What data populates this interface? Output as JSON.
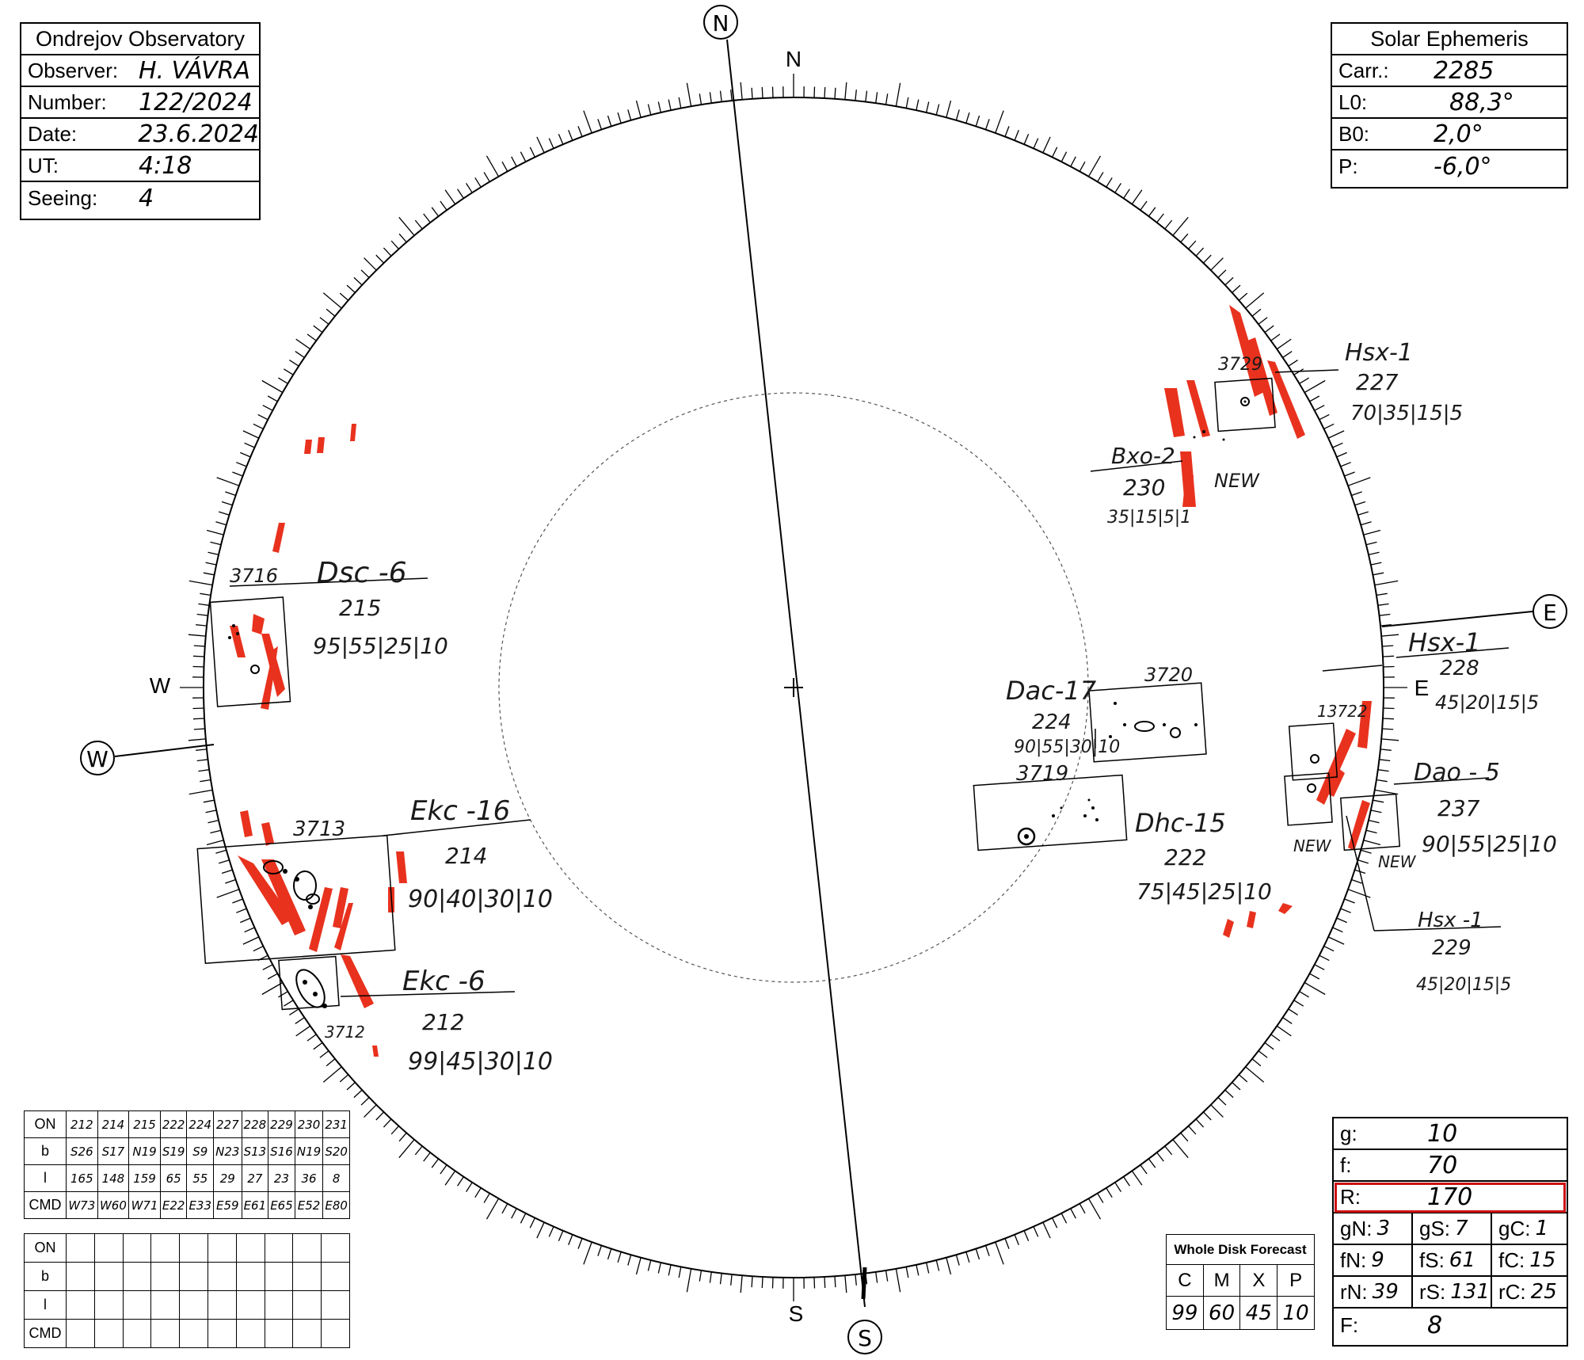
{
  "observatory": {
    "title": "Ondrejov Observatory",
    "rows": [
      {
        "label": "Observer:",
        "value": "H. VÁVRA"
      },
      {
        "label": "Number:",
        "value": "122/2024"
      },
      {
        "label": "Date:",
        "value": "23.6.2024"
      },
      {
        "label": "UT:",
        "value": "4:18"
      },
      {
        "label": "Seeing:",
        "value": "4"
      }
    ]
  },
  "ephemeris": {
    "title": "Solar Ephemeris",
    "rows": [
      {
        "label": "Carr.:",
        "value": "2285"
      },
      {
        "label": "L0:",
        "value": "88,3°"
      },
      {
        "label": "B0:",
        "value": "2,0°"
      },
      {
        "label": "P:",
        "value": "-6,0°"
      }
    ]
  },
  "disk": {
    "north": "N",
    "south": "S",
    "east": "E",
    "west": "W",
    "circle_n": "N",
    "circle_s": "S",
    "circle_e": "E",
    "circle_w": "W"
  },
  "annotations": {
    "g3729": {
      "num": "3729",
      "class": "Hsx-1",
      "area": "227",
      "params": "70|35|15|5"
    },
    "g3730": {
      "class": "Bxo-2",
      "area": "230",
      "params": "35|15|5|1",
      "new": "NEW"
    },
    "g3716": {
      "num": "3716",
      "class": "Dsc -6",
      "area": "215",
      "params": "95|55|25|10"
    },
    "g3722": {
      "num": "13722",
      "class": "Hsx-1",
      "area": "228",
      "params": "45|20|15|5"
    },
    "g3720": {
      "num": "3720",
      "class": "Dac-17",
      "area": "224",
      "params": "90|55|30|10"
    },
    "g3719": {
      "num": "3719",
      "class": "Dhc-15",
      "area": "222",
      "params": "75|45|25|10"
    },
    "gDao": {
      "class": "Dao - 5",
      "area": "237",
      "params": "90|55|25|10",
      "new1": "NEW",
      "new2": "NEW"
    },
    "gHsx229": {
      "class": "Hsx -1",
      "area": "229",
      "params": "45|20|15|5"
    },
    "g3713": {
      "num": "3713",
      "class": "Ekc -16",
      "area": "214",
      "params": "90|40|30|10"
    },
    "g3712": {
      "num": "3712",
      "class": "Ekc -6",
      "area": "212",
      "params": "99|45|30|10"
    }
  },
  "on_table": {
    "labels": [
      "ON",
      "b",
      "l",
      "CMD"
    ],
    "rows": [
      [
        "212",
        "214",
        "215",
        "222",
        "224",
        "227",
        "228",
        "229",
        "230",
        "231"
      ],
      [
        "S26",
        "S17",
        "N19",
        "S19",
        "S9",
        "N23",
        "S13",
        "S16",
        "N19",
        "S20"
      ],
      [
        "165",
        "148",
        "159",
        "65",
        "55",
        "29",
        "27",
        "23",
        "36",
        "8"
      ],
      [
        "W73",
        "W60",
        "W71",
        "E22",
        "E33",
        "E59",
        "E61",
        "E65",
        "E52",
        "E80"
      ]
    ]
  },
  "on_table2": {
    "labels": [
      "ON",
      "b",
      "l",
      "CMD"
    ]
  },
  "forecast": {
    "title": "Whole Disk Forecast",
    "headers": [
      "C",
      "M",
      "X",
      "P"
    ],
    "values": [
      "99",
      "60",
      "45",
      "10"
    ]
  },
  "summary": {
    "g_label": "g:",
    "g": "10",
    "f_label": "f:",
    "f": "70",
    "R_label": "R:",
    "R": "170",
    "gN_label": "gN:",
    "gN": "3",
    "gS_label": "gS:",
    "gS": "7",
    "gC_label": "gC:",
    "gC": "1",
    "fN_label": "fN:",
    "fN": "9",
    "fS_label": "fS:",
    "fS": "61",
    "fC_label": "fC:",
    "fC": "15",
    "rN_label": "rN:",
    "rN": "39",
    "rS_label": "rS:",
    "rS": "131",
    "rC_label": "rC:",
    "rC": "25",
    "F_label": "F:",
    "F": "8",
    "highlight_color": "#cc1111"
  },
  "colors": {
    "faculae": "#e8321e",
    "ink": "#1a1a1a"
  }
}
